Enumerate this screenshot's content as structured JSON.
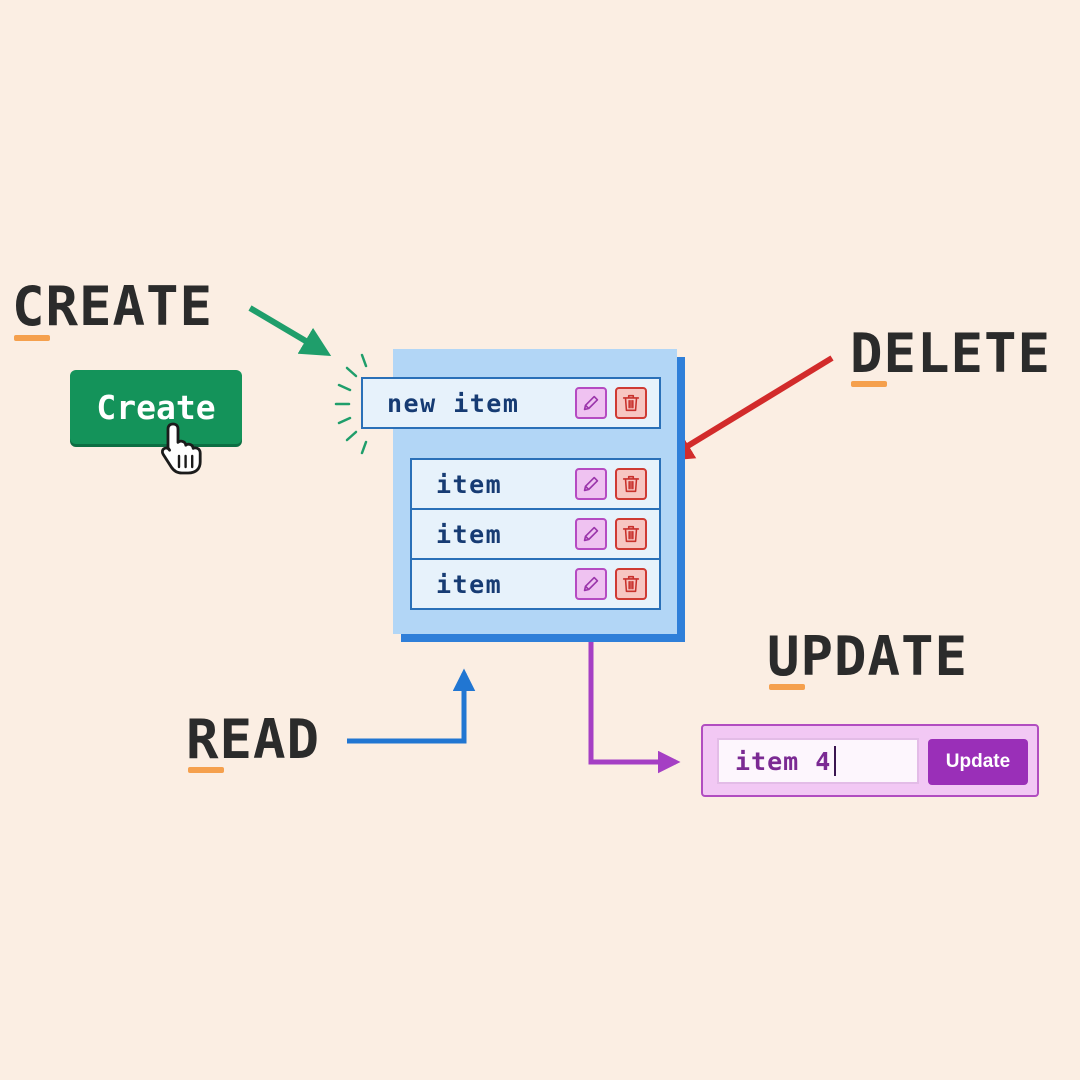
{
  "labels": {
    "create": "CREATE",
    "delete": "DELETE",
    "update": "UPDATE",
    "read": "READ"
  },
  "create_button": {
    "label": "Create"
  },
  "list": {
    "new_item": {
      "label": "new item"
    },
    "items": [
      {
        "label": "item"
      },
      {
        "label": "item"
      },
      {
        "label": "item"
      }
    ]
  },
  "update_form": {
    "input_value": "item 4",
    "button_label": "Update"
  },
  "colors": {
    "background": "#fbeee3",
    "create_green": "#14935a",
    "arrow_create": "#1f9e6b",
    "arrow_delete": "#d22b2b",
    "arrow_read": "#2176d2",
    "arrow_update": "#a53fc4",
    "accent_underline": "#f5a04d",
    "panel": "#b2d6f6",
    "panel_shadow": "#2f7fd9"
  },
  "icons": [
    "pointer-hand-icon",
    "pencil-icon",
    "trash-icon",
    "sparkle-burst"
  ]
}
